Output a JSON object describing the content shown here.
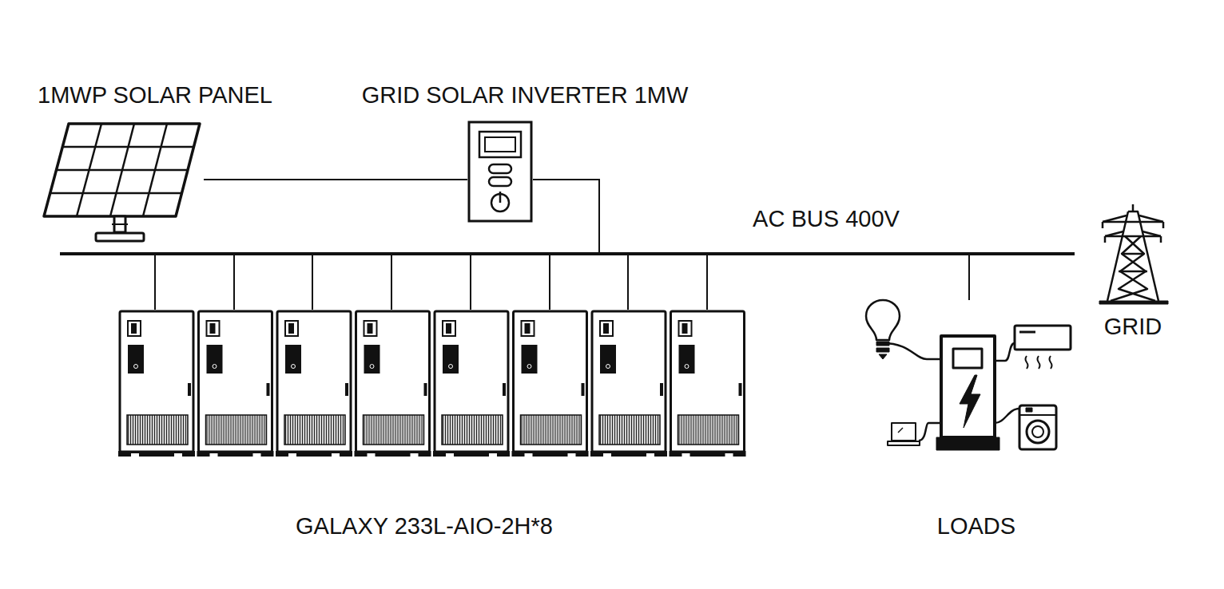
{
  "diagram": {
    "nodes": [
      {
        "text": [
          "1MWP SOLAR PANEL"
        ]
      },
      {
        "text": [
          "GRID SOLAR INVERTER 1MW"
        ]
      },
      {
        "text": [
          "AC BUS 400V"
        ]
      },
      {
        "text": [
          "GRID"
        ]
      },
      {
        "text": [
          "GALAXY 233L-AIO-2H*8"
        ]
      },
      {
        "text": [
          "LOADS"
        ]
      }
    ],
    "edges": [
      {
        "from": 0,
        "to": 1,
        "arrow": "none"
      },
      {
        "from": 1,
        "to": 2,
        "arrow": "none"
      },
      {
        "from": 4,
        "to": 2,
        "arrow": "none"
      },
      {
        "from": 5,
        "to": 2,
        "arrow": "none"
      }
    ]
  }
}
